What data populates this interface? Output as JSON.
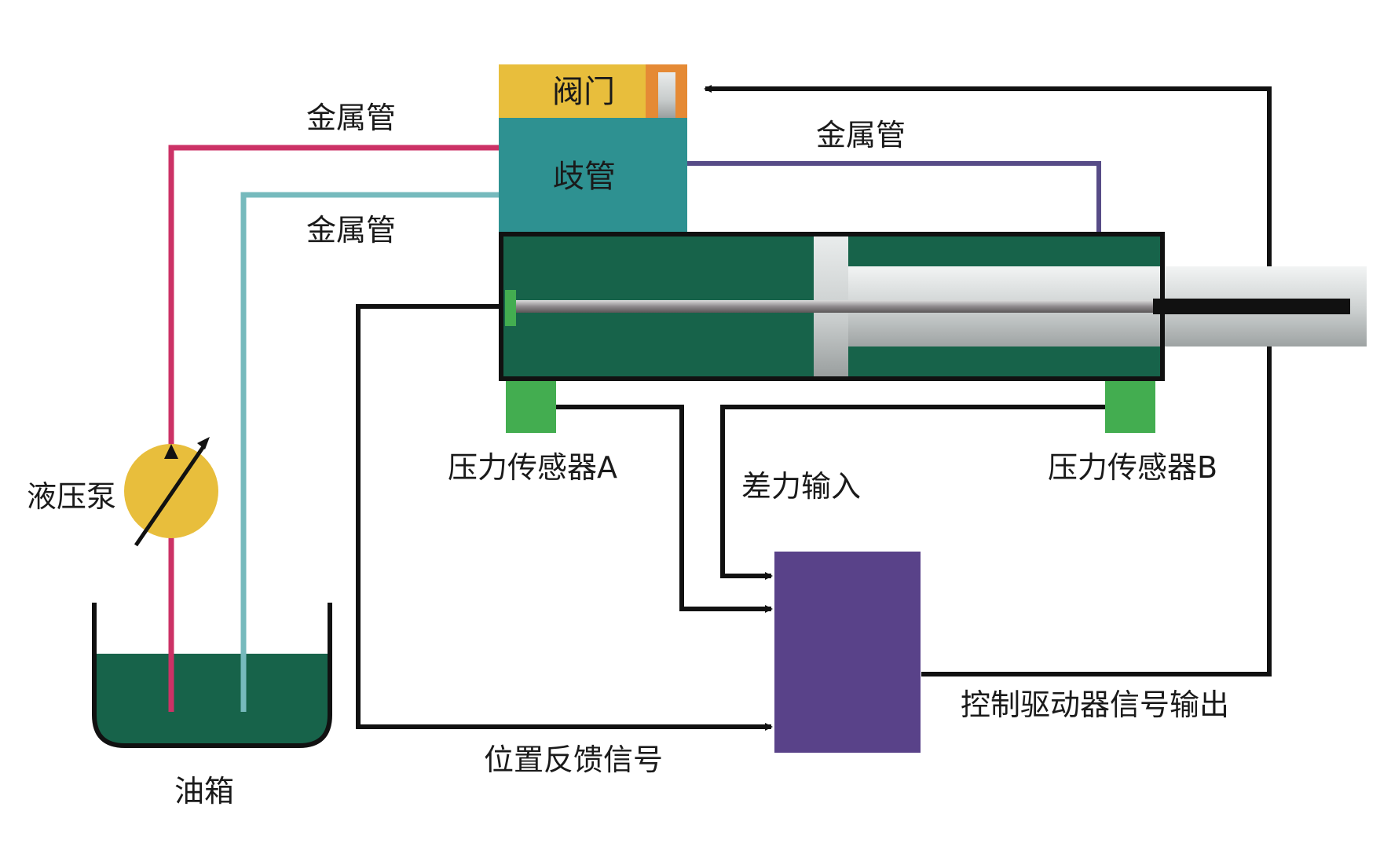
{
  "labels": {
    "valve": "阀门",
    "manifold": "歧管",
    "metal_pipe_top_left": "金属管",
    "metal_pipe_mid_left": "金属管",
    "metal_pipe_right": "金属管",
    "pump": "液压泵",
    "tank": "油箱",
    "sensor_a": "压力传感器A",
    "sensor_b": "压力传感器B",
    "diff_input": "差力输入",
    "position_feedback": "位置反馈信号",
    "controller_output": "控制驱动器信号输出"
  },
  "colors": {
    "valve_body": "#E8BE3C",
    "valve_port": "#E58A35",
    "manifold": "#2E9191",
    "cylinder": "#17634A",
    "tank_oil": "#17634A",
    "pump": "#E8BE3C",
    "sensor": "#43AD50",
    "controller": "#594289",
    "supply_pipe": "#CC3266",
    "return_pipe": "#76BABD",
    "right_pipe": "#574C87",
    "signal_line": "#111111"
  }
}
